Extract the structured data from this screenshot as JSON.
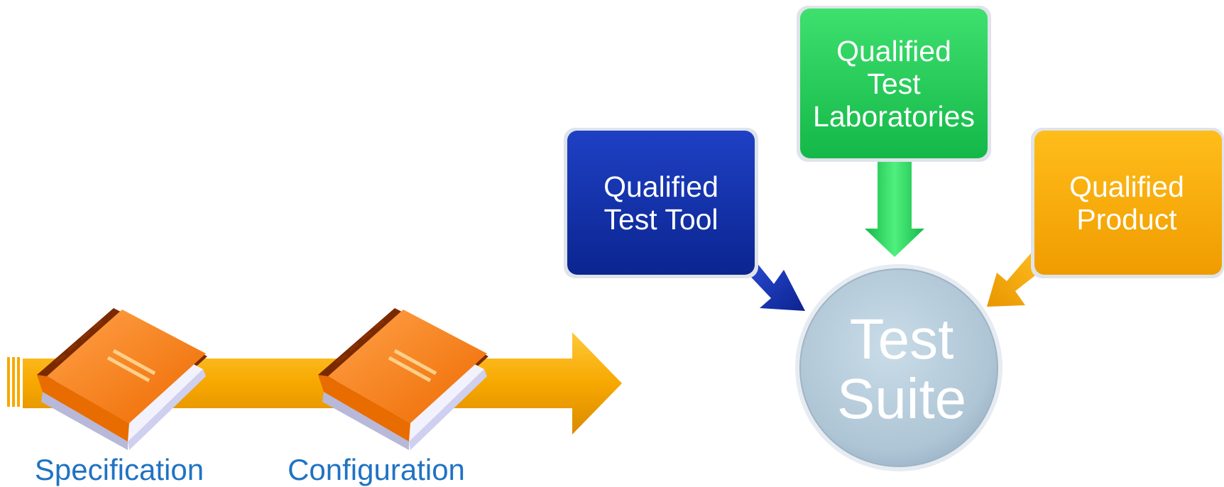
{
  "timeline": {
    "books": [
      {
        "label": "Specification"
      },
      {
        "label": "Configuration"
      }
    ]
  },
  "inputs": {
    "test_tool": {
      "line1": "Qualified",
      "line2": "Test Tool",
      "color": "#1232a8"
    },
    "test_labs": {
      "line1": "Qualified",
      "line2": "Test",
      "line3": "Laboratories",
      "color": "#22cc55"
    },
    "product": {
      "line1": "Qualified",
      "line2": "Product",
      "color": "#f5a800"
    }
  },
  "center": {
    "line1": "Test",
    "line2": "Suite",
    "color": "#b5cbd9"
  },
  "colors": {
    "arrow_orange": "#f7a800",
    "book_orange": "#f07800",
    "label_blue": "#1f73c2"
  }
}
